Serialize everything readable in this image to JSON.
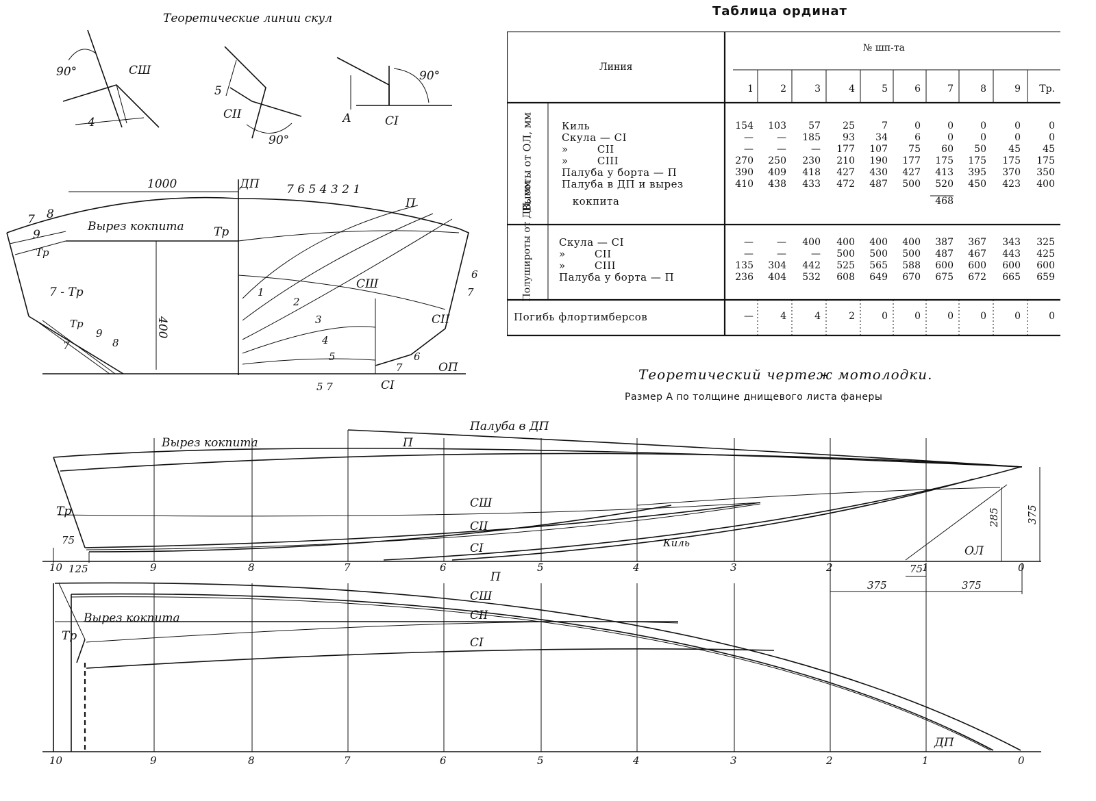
{
  "skuly_title": "Теоретические линии скул",
  "skuly_labels": {
    "angle_a": "90°",
    "c3": "СШ",
    "dim_4": "4",
    "dim_5": "5",
    "c2": "СII",
    "angle_b": "90°",
    "angle_c": "90°",
    "dim_a": "А",
    "c1": "СI"
  },
  "table": {
    "title": "Таблица ординат",
    "line_header": "Линия",
    "station_header": "№ шп-та",
    "stations": [
      "1",
      "2",
      "3",
      "4",
      "5",
      "6",
      "7",
      "8",
      "9",
      "Тр."
    ],
    "group1_label": "Высоты от ОЛ, мм",
    "group1_rows": [
      "Киль",
      "Скула — СI",
      "»        СII",
      "»        СIII",
      "Палуба у борта — П",
      "Палуба в ДП и вырез",
      "   кокпита"
    ],
    "group1_values": [
      [
        "154",
        "—",
        "—",
        "270",
        "390",
        "410",
        ""
      ],
      [
        "103",
        "—",
        "—",
        "250",
        "409",
        "438",
        ""
      ],
      [
        "57",
        "185",
        "—",
        "230",
        "418",
        "433",
        ""
      ],
      [
        "25",
        "93",
        "177",
        "210",
        "427",
        "472",
        ""
      ],
      [
        "7",
        "34",
        "107",
        "190",
        "430",
        "487",
        ""
      ],
      [
        "0",
        "6",
        "75",
        "177",
        "427",
        "500",
        ""
      ],
      [
        "0",
        "0",
        "60",
        "175",
        "413",
        "520",
        "468"
      ],
      [
        "0",
        "0",
        "50",
        "175",
        "395",
        "450",
        ""
      ],
      [
        "0",
        "0",
        "45",
        "175",
        "370",
        "423",
        ""
      ],
      [
        "0",
        "0",
        "45",
        "175",
        "350",
        "400",
        ""
      ]
    ],
    "group2_label": "Полушироты от ДП, мм",
    "group2_rows": [
      "Скула — СI",
      "»        СII",
      "»        СIII",
      "Палуба у борта — П"
    ],
    "group2_values": [
      [
        "—",
        "—",
        "135",
        "236"
      ],
      [
        "—",
        "—",
        "304",
        "404"
      ],
      [
        "400",
        "—",
        "442",
        "532"
      ],
      [
        "400",
        "500",
        "525",
        "608"
      ],
      [
        "400",
        "500",
        "565",
        "649"
      ],
      [
        "400",
        "500",
        "588",
        "670"
      ],
      [
        "387",
        "487",
        "600",
        "675"
      ],
      [
        "367",
        "467",
        "600",
        "672"
      ],
      [
        "343",
        "443",
        "600",
        "665"
      ],
      [
        "325",
        "425",
        "600",
        "659"
      ]
    ],
    "pogib_label": "Погибь флортимберсов",
    "pogib_values": [
      "—",
      "4",
      "4",
      "2",
      "0",
      "0",
      "0",
      "0",
      "0",
      "0"
    ]
  },
  "caption_title": "Теоретический чертеж мотолодки.",
  "caption_sub": "Размер А по толщине днищевого листа фанеры",
  "body_plan": {
    "dim_1000": "1000",
    "dp_top": "ДП",
    "top_numbers": "7 6 5 4 3 2 1",
    "label_p": "П",
    "label_7a": "7",
    "label_8": "8",
    "label_9": "9",
    "cutout": "Вырез кокпита",
    "tr1": "Тр",
    "tr2": "Тр",
    "tr_7": "7 - Тр",
    "dim_400": "400",
    "b_tr": "Тр",
    "b_9": "9",
    "b_8": "8",
    "b_7": "7",
    "c3": "СШ",
    "w1": "1",
    "w2": "2",
    "w3": "3",
    "w4": "4",
    "w5": "5",
    "r6": "6",
    "r7": "7",
    "c2": "СII",
    "r6b": "6",
    "r7b": "7",
    "op": "ОП",
    "bot": "5  7",
    "c1": "СI"
  },
  "profile": {
    "deck_dp": "Палуба в ДП",
    "cutout": "Вырез кокпита",
    "p": "П",
    "tr": "Тр",
    "c3": "СШ",
    "c2": "СII",
    "c1": "СI",
    "keel": "Киль",
    "ol": "ОЛ",
    "d75a": "75",
    "d125": "125",
    "d285": "285",
    "d375v": "375",
    "d75b": "75",
    "d375a": "375",
    "d375b": "375",
    "stations": [
      "10",
      "9",
      "8",
      "7",
      "6",
      "5",
      "4",
      "3",
      "2",
      "1",
      "0"
    ]
  },
  "plan": {
    "p": "П",
    "cutout": "Вырез кокпита",
    "tr": "Тр",
    "c3": "СШ",
    "c2": "СII",
    "c1": "СI",
    "dp": "ДП",
    "stations": [
      "10",
      "9",
      "8",
      "7",
      "6",
      "5",
      "4",
      "3",
      "2",
      "1",
      "0"
    ]
  }
}
